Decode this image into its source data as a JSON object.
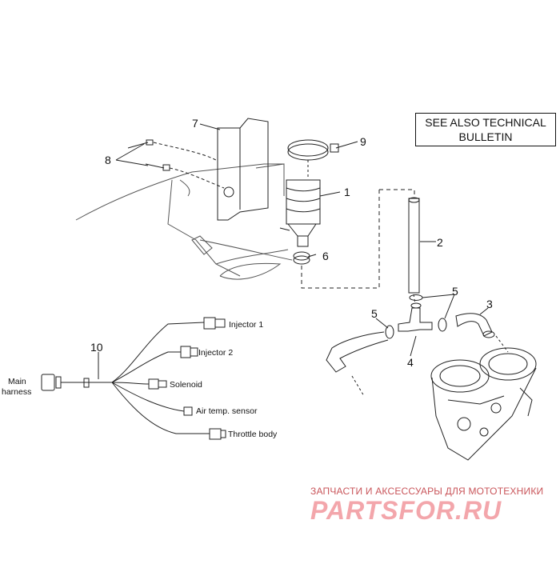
{
  "notice": {
    "line1": "SEE ALSO TECHNICAL",
    "line2": "BULLETIN"
  },
  "callouts": [
    "1",
    "2",
    "3",
    "4",
    "5",
    "5",
    "5",
    "6",
    "7",
    "8",
    "9",
    "10"
  ],
  "harness": {
    "main": [
      "Main",
      "harness"
    ],
    "connectors": [
      "Injector 1",
      "Injector 2",
      "Solenoid",
      "Air temp. sensor",
      "Throttle body"
    ]
  },
  "watermark": {
    "line1": "ЗАПЧАСТИ И АКСЕССУАРЫ ДЛЯ МОТОТЕХНИКИ",
    "line2": "PARTSFOR.RU"
  }
}
